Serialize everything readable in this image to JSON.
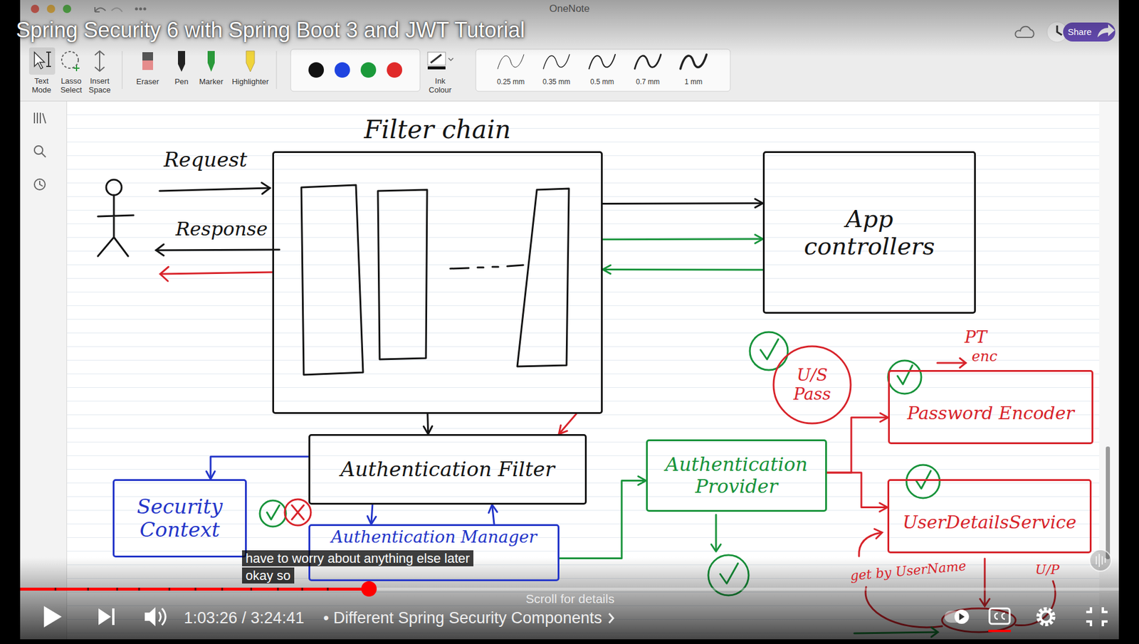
{
  "diagram": {
    "title": "Spring Security 6 with Spring Boot 3 and JWT Tutorial",
    "nodes": [
      {
        "text": [
          "Filter chain"
        ]
      },
      {
        "text": [
          "App controllers"
        ]
      },
      {
        "text": [
          "Authentication Filter"
        ]
      },
      {
        "text": [
          "Security Context"
        ]
      },
      {
        "text": [
          "Authentication Manager"
        ]
      },
      {
        "text": [
          "Authentication Provider"
        ]
      },
      {
        "text": [
          "U/S Pass"
        ]
      },
      {
        "text": [
          "Password Encoder"
        ]
      },
      {
        "text": [
          "UserDetailsService"
        ]
      }
    ],
    "edges": [
      {
        "from": 0,
        "to": 1,
        "arrow": "to"
      },
      {
        "from": 0,
        "to": 1,
        "arrow": "to"
      },
      {
        "from": 1,
        "to": 0,
        "arrow": "to"
      },
      {
        "from": 0,
        "to": 2,
        "arrow": "to"
      },
      {
        "from": 0,
        "to": 2,
        "arrow": "to"
      },
      {
        "from": 2,
        "to": 3,
        "arrow": "to"
      },
      {
        "from": 2,
        "to": 4,
        "arrow": "to"
      },
      {
        "from": 4,
        "to": 2,
        "arrow": "to"
      },
      {
        "from": 4,
        "to": 5,
        "arrow": "to"
      },
      {
        "from": 5,
        "to": 7,
        "arrow": "to"
      },
      {
        "from": 5,
        "to": 8,
        "arrow": "to"
      }
    ],
    "labels": [
      "OneNote",
      "Text Mode",
      "Lasso Select",
      "Insert Space",
      "Eraser",
      "Pen",
      "Marker",
      "Highlighter",
      "Ink Colour",
      "0.25 mm",
      "0.35 mm",
      "0.5 mm",
      "0.7 mm",
      "1 mm",
      "Share",
      "Request",
      "Response",
      "PT",
      "enc",
      "get by UserName",
      "U/P",
      "have to worry about anything else later",
      "okay so",
      "1:03:26 / 3:24:41",
      "• Different Spring Security Components",
      "Scroll for details"
    ]
  }
}
